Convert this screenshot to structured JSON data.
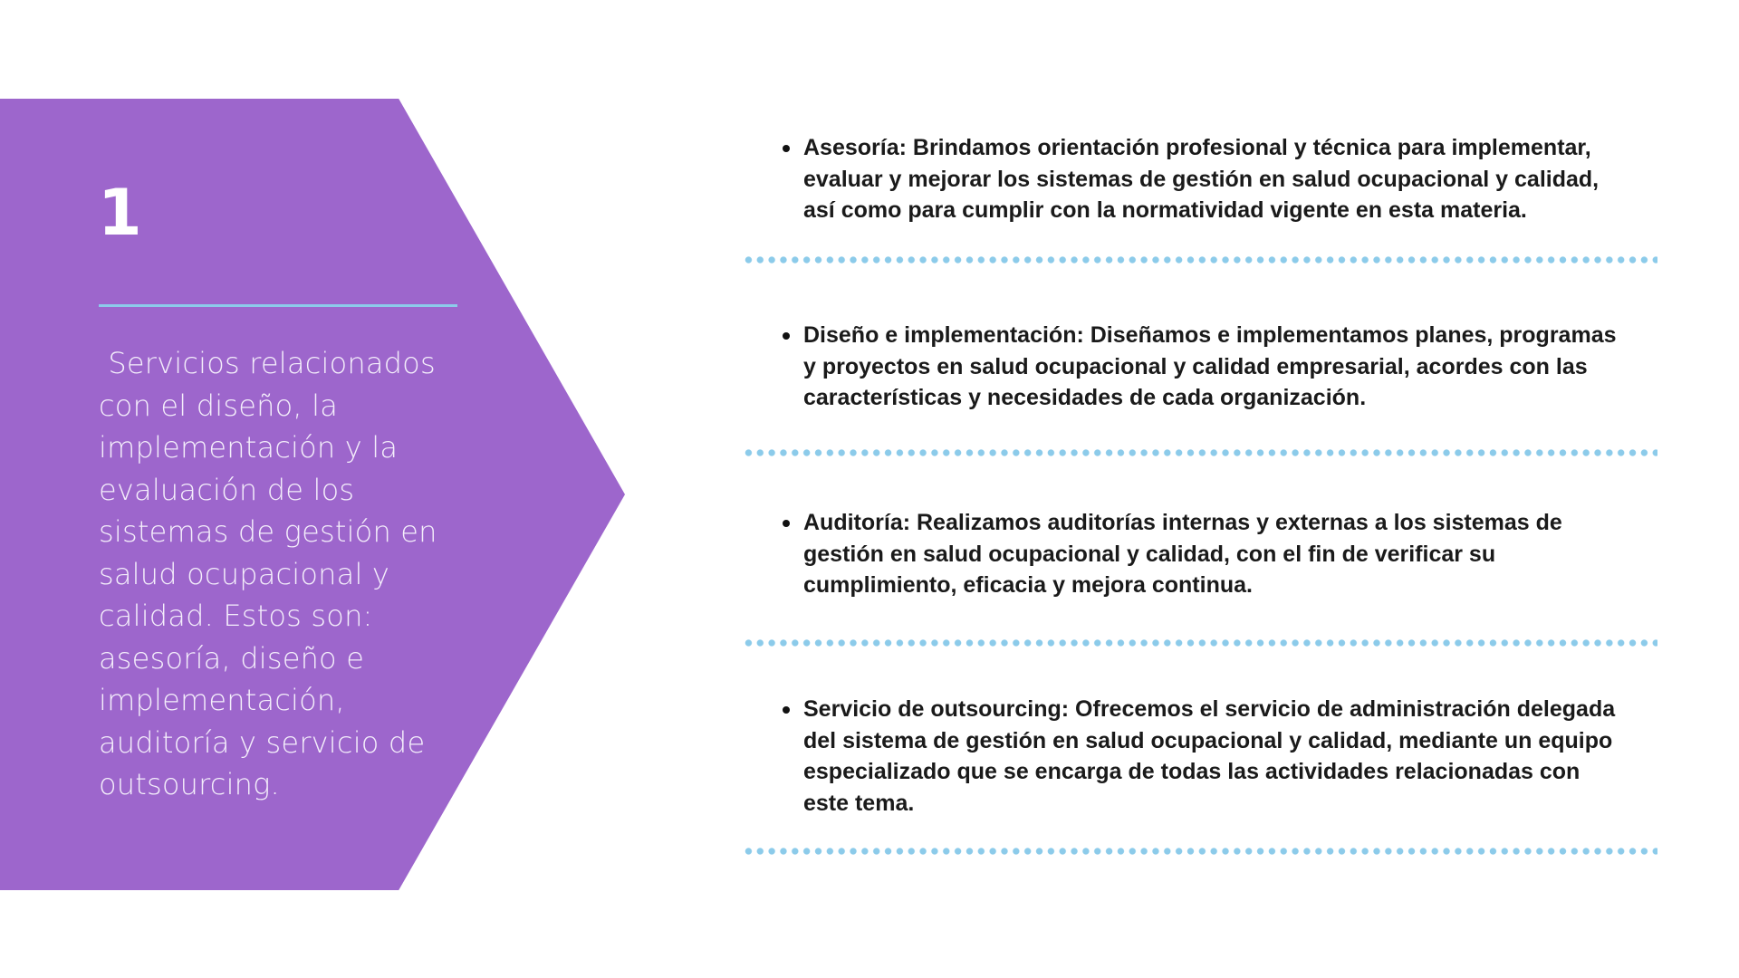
{
  "colors": {
    "panel": "#9d66cc",
    "rule": "#8ccbea",
    "dots": "#8ccbea",
    "text_dark": "#1a1a1a"
  },
  "panel": {
    "number": "1",
    "description": " Servicios relacionados\ncon el diseño, la\nimplementación y la\nevaluación de los\nsistemas de gestión en\nsalud ocupacional y\ncalidad. Estos son:\nasesoría, diseño e\nimplementación,\nauditoría y servicio de\noutsourcing."
  },
  "items": [
    {
      "text": "Asesoría: Brindamos orientación profesional y técnica para implementar, evaluar y mejorar los sistemas de gestión en salud ocupacional y calidad, así como para cumplir con la normatividad vigente en esta materia."
    },
    {
      "text": "Diseño e implementación: Diseñamos e implementamos planes, programas y proyectos en salud ocupacional y calidad empresarial, acordes con las características y necesidades de cada organización."
    },
    {
      "text": "Auditoría: Realizamos auditorías internas y externas a los sistemas de gestión en salud ocupacional y calidad, con el fin de verificar su cumplimiento, eficacia y mejora continua."
    },
    {
      "text": "Servicio de outsourcing: Ofrecemos el servicio de administración delegada del sistema de gestión en salud ocupacional y calidad, mediante un equipo especializado que se encarga de todas las actividades relacionadas con este tema."
    }
  ]
}
